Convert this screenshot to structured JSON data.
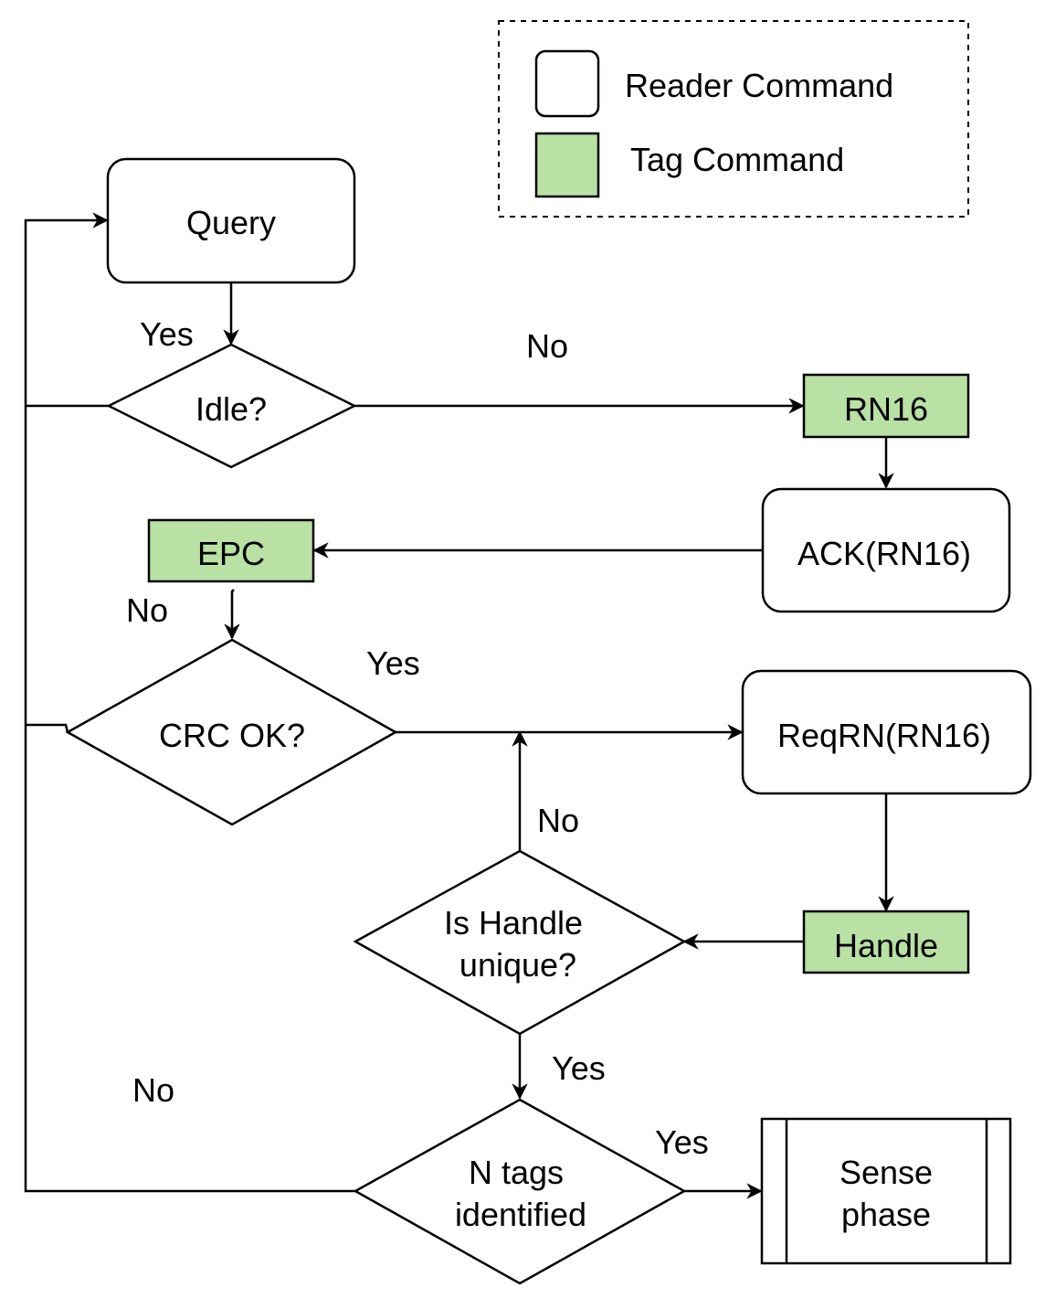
{
  "colors": {
    "tag_fill": "#b9e0a5",
    "reader_fill": "#ffffff",
    "stroke": "#000000"
  },
  "legend": {
    "reader_label": "Reader Command",
    "tag_label": "Tag Command"
  },
  "nodes": {
    "query": "Query",
    "idle": "Idle?",
    "rn16": "RN16",
    "ack": "ACK(RN16)",
    "epc": "EPC",
    "crc": "CRC OK?",
    "reqrn": "ReqRN(RN16)",
    "handle": "Handle",
    "unique_line1": "Is Handle",
    "unique_line2": "unique?",
    "ntags_line1": "N tags",
    "ntags_line2": "identified",
    "sense_line1": "Sense",
    "sense_line2": "phase"
  },
  "edge_labels": {
    "query_idle_yes": "Yes",
    "idle_no": "No",
    "epc_no": "No",
    "crc_yes": "Yes",
    "unique_no": "No",
    "unique_yes": "Yes",
    "ntags_no": "No",
    "ntags_yes": "Yes"
  }
}
